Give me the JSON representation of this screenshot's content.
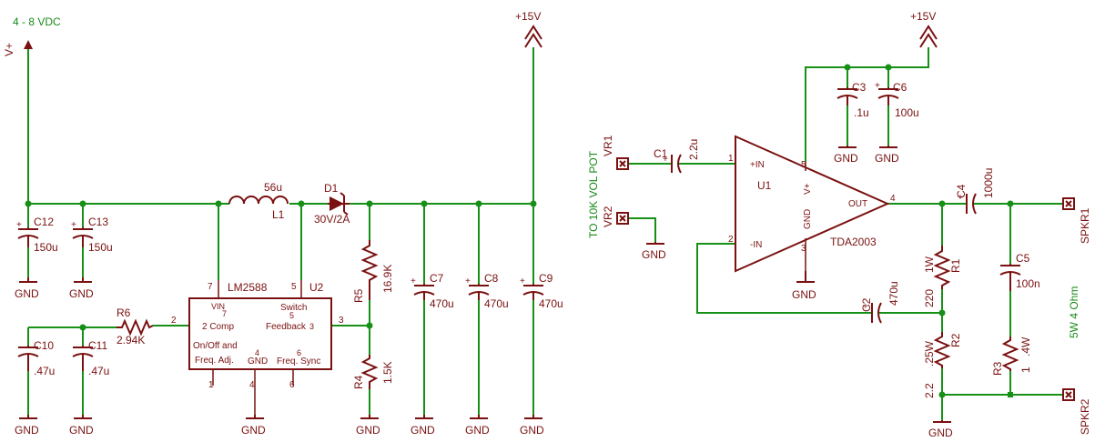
{
  "colors": {
    "wire": "#169016",
    "part": "#7a1010",
    "net_text": "#178a17",
    "background": "#ffffff"
  },
  "labels": {
    "input_voltage": "4 - 8 VDC",
    "vplus": "V+",
    "plus15_left": "+15V",
    "plus15_right": "+15V",
    "vol_pot": "TO 10K VOL POT",
    "spk_rating": "5W 4 Ohm"
  },
  "components": {
    "C12": {
      "name": "C12",
      "value": "150u"
    },
    "C13": {
      "name": "C13",
      "value": "150u"
    },
    "C10": {
      "name": "C10",
      "value": ".47u"
    },
    "C11": {
      "name": "C11",
      "value": ".47u"
    },
    "L1": {
      "name": "L1",
      "value": "56u"
    },
    "D1": {
      "name": "D1",
      "value": "30V/2A"
    },
    "R6": {
      "name": "R6",
      "value": "2.94K"
    },
    "R5": {
      "name": "R5",
      "value": "16.9K"
    },
    "R4": {
      "name": "R4",
      "value": "1.5K"
    },
    "C7": {
      "name": "C7",
      "value": "470u"
    },
    "C8": {
      "name": "C8",
      "value": "470u"
    },
    "C9": {
      "name": "C9",
      "value": "470u"
    },
    "U2": {
      "name": "U2",
      "value": "LM2588"
    },
    "C1": {
      "name": "C1",
      "value": "2.2u"
    },
    "C3": {
      "name": "C3",
      "value": ".1u"
    },
    "C6": {
      "name": "C6",
      "value": "100u"
    },
    "U1": {
      "name": "U1",
      "value": "TDA2003"
    },
    "C4": {
      "name": "C4",
      "value": "1000u"
    },
    "C5": {
      "name": "C5",
      "value": "100n"
    },
    "C2": {
      "name": "C2",
      "value": "470u"
    },
    "R1": {
      "name": "R1",
      "value": "220",
      "rating": "1W"
    },
    "R2": {
      "name": "R2",
      "value": "2.2",
      "rating": ".25W"
    },
    "R3": {
      "name": "R3",
      "value": "1",
      "rating": ".4W"
    },
    "VR1": {
      "name": "VR1"
    },
    "VR2": {
      "name": "VR2"
    },
    "SPKR1": {
      "name": "SPKR1"
    },
    "SPKR2": {
      "name": "SPKR2"
    }
  },
  "lm2588": {
    "vin": "VIN",
    "comp": "2 Comp",
    "switch": "Switch",
    "feedback": "Feedback",
    "onoff_1": "On/Off and",
    "onoff_2": "Freq. Adj.",
    "gnd": "GND",
    "freq_sync": "Freq. Sync",
    "pins": {
      "p1": "1",
      "p2": "2",
      "p3": "3",
      "p4": "4",
      "p5": "5",
      "p6": "6",
      "p7": "7",
      "p4i": "4",
      "p5i": "5",
      "p6i": "6",
      "p7i": "7",
      "p3i": "3"
    }
  },
  "tda2003": {
    "in_plus": "+IN",
    "in_minus": "-IN",
    "vplus": "V+",
    "gnd": "GND",
    "out": "OUT",
    "pins": {
      "p1": "1",
      "p2": "2",
      "p3": "3",
      "p4": "4",
      "p5": "5"
    }
  },
  "gnd_labels": [
    "GND",
    "GND",
    "GND",
    "GND",
    "GND",
    "GND",
    "GND",
    "GND",
    "GND",
    "GND",
    "GND",
    "GND",
    "GND",
    "GND"
  ]
}
